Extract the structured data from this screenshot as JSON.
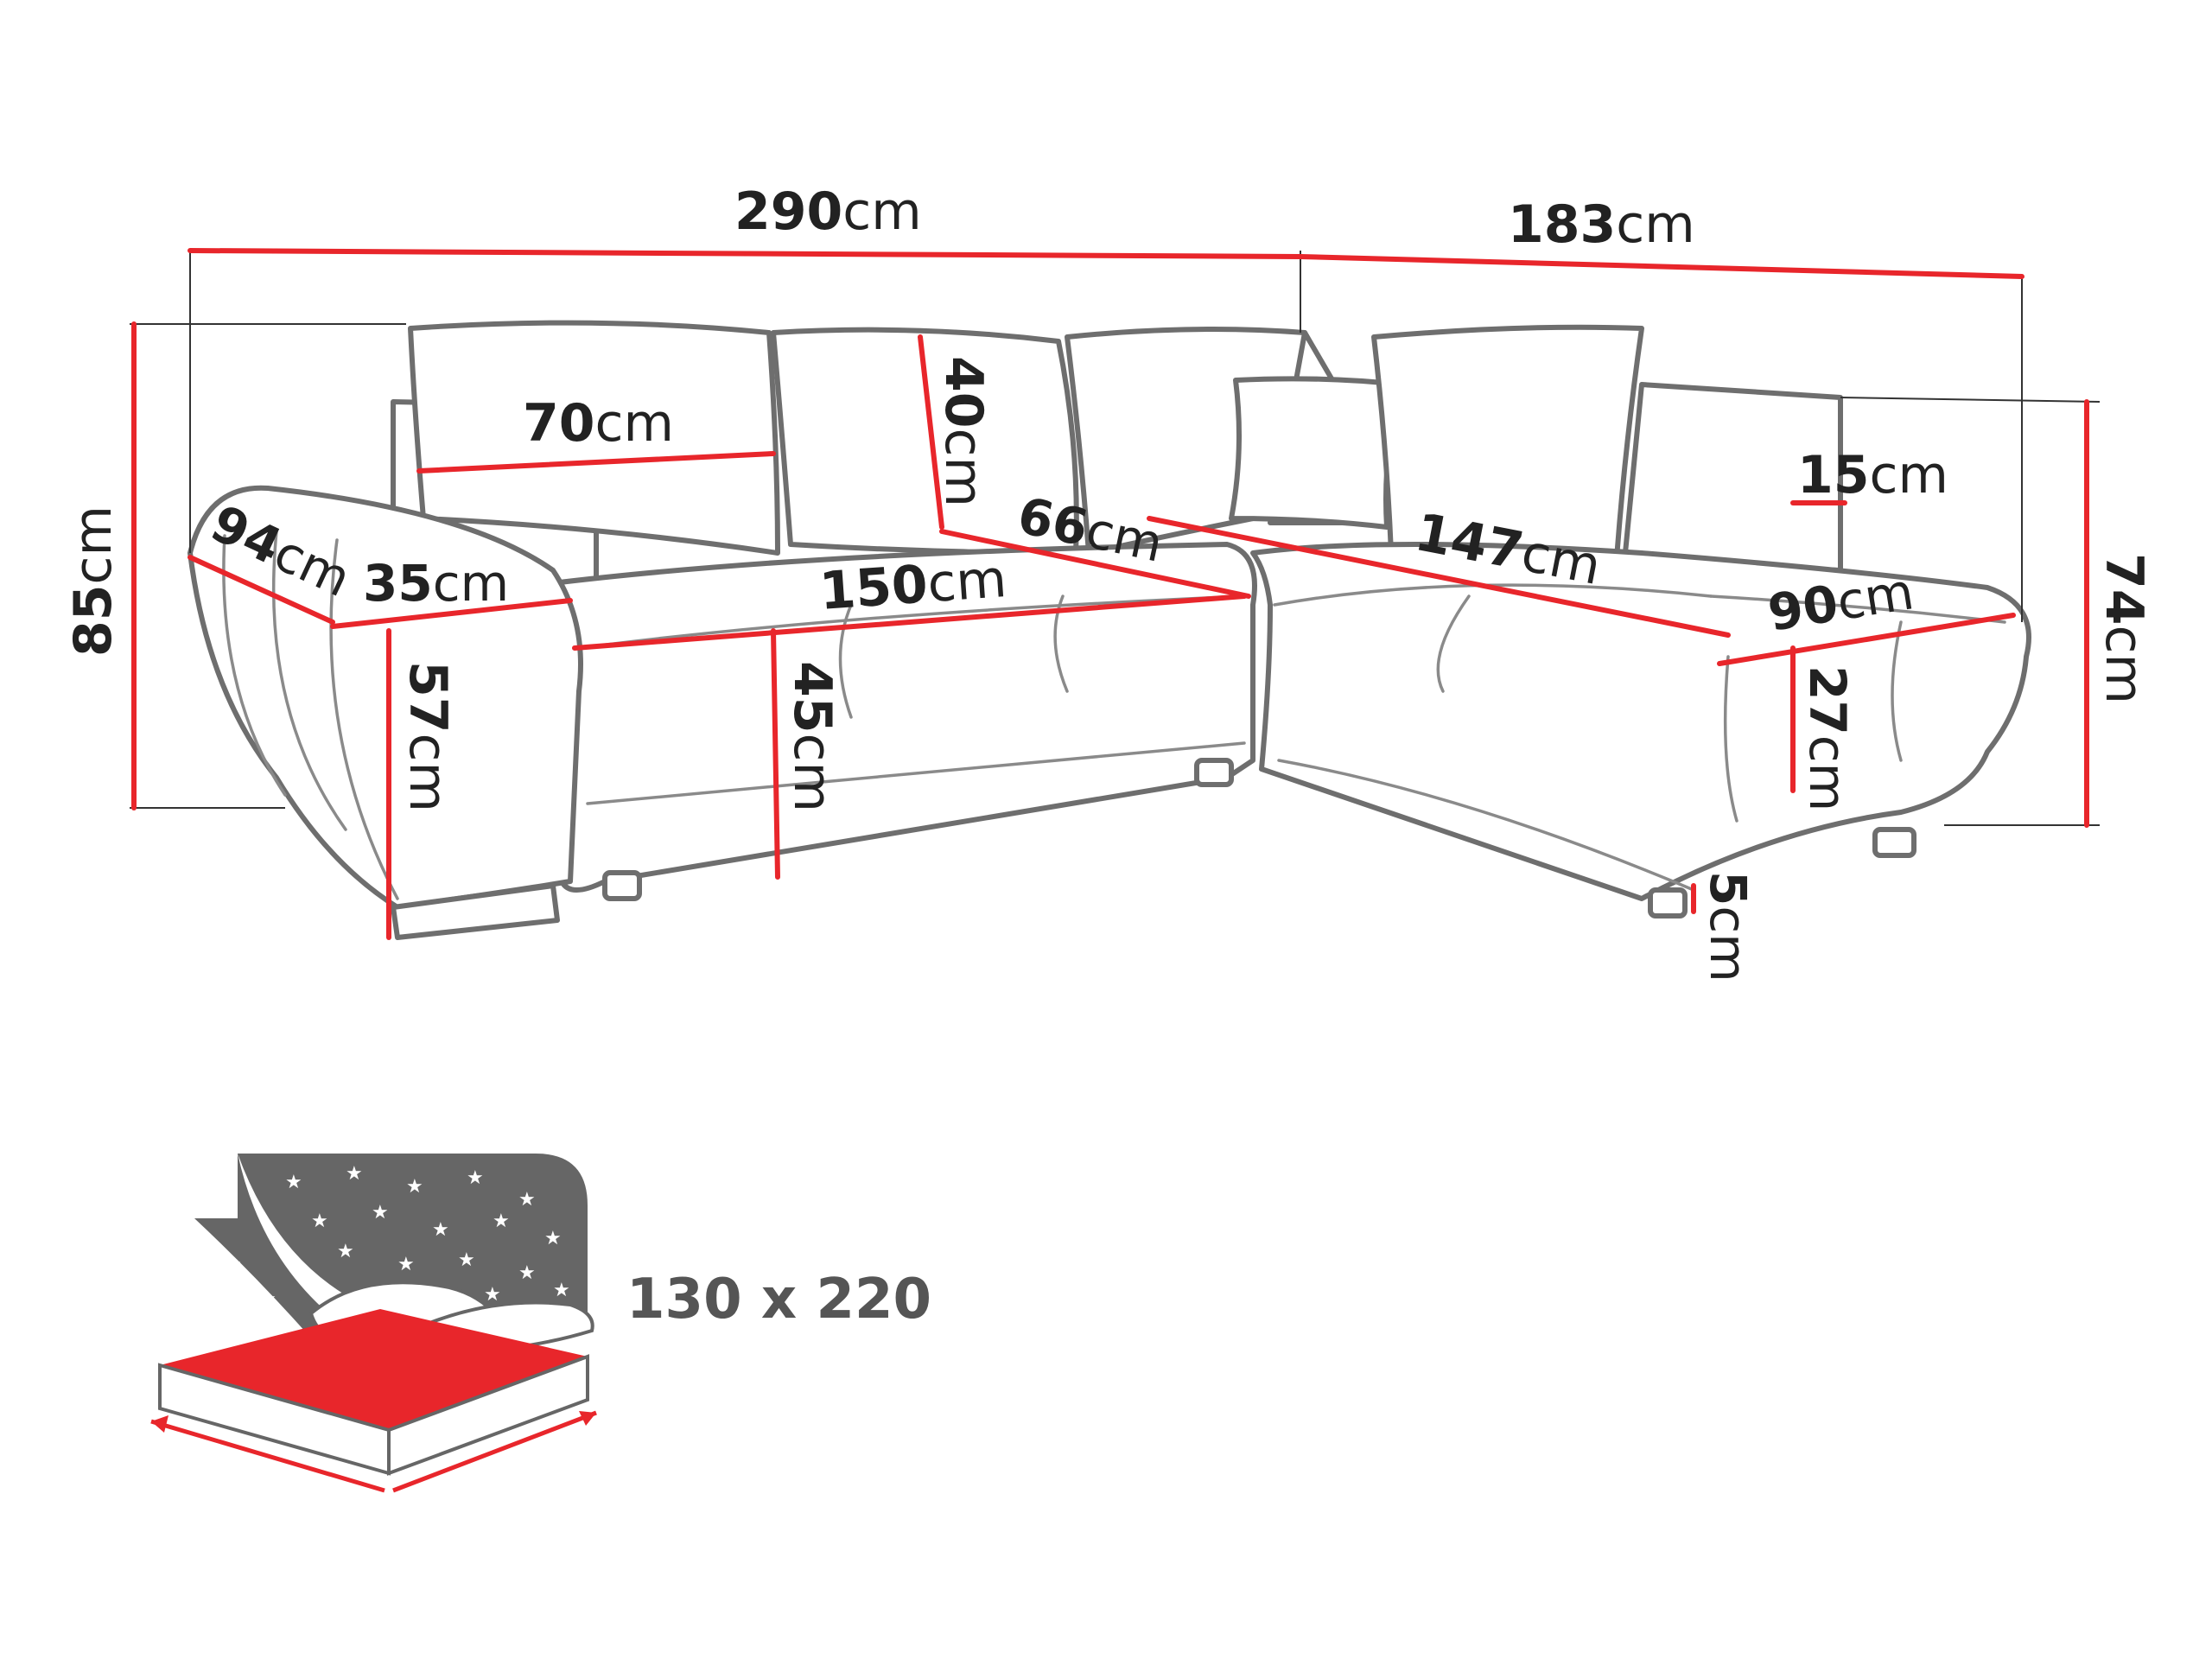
{
  "unit": "cm",
  "colors": {
    "dimension_line": "#e8262b",
    "outline": "#6e6e6e",
    "text": "#222222",
    "bed_background": "#666666",
    "mattress_top": "#e8262b"
  },
  "dimensions": {
    "total_width": "290",
    "corner_width": "183",
    "total_height": "85",
    "right_height": "74",
    "cushion_width": "70",
    "cushion_height": "40",
    "armrest_depth": "94",
    "armrest_width": "35",
    "armrest_height": "57",
    "seat_width": "150",
    "seat_height": "45",
    "seat_depth": "66",
    "chaise_length": "147",
    "backrest_height": "15",
    "chaise_width": "90",
    "chaise_seat_height": "27",
    "leg_height": "5"
  },
  "bed": {
    "label": "130 x 220",
    "icon": "bed-with-pillows-icon"
  }
}
